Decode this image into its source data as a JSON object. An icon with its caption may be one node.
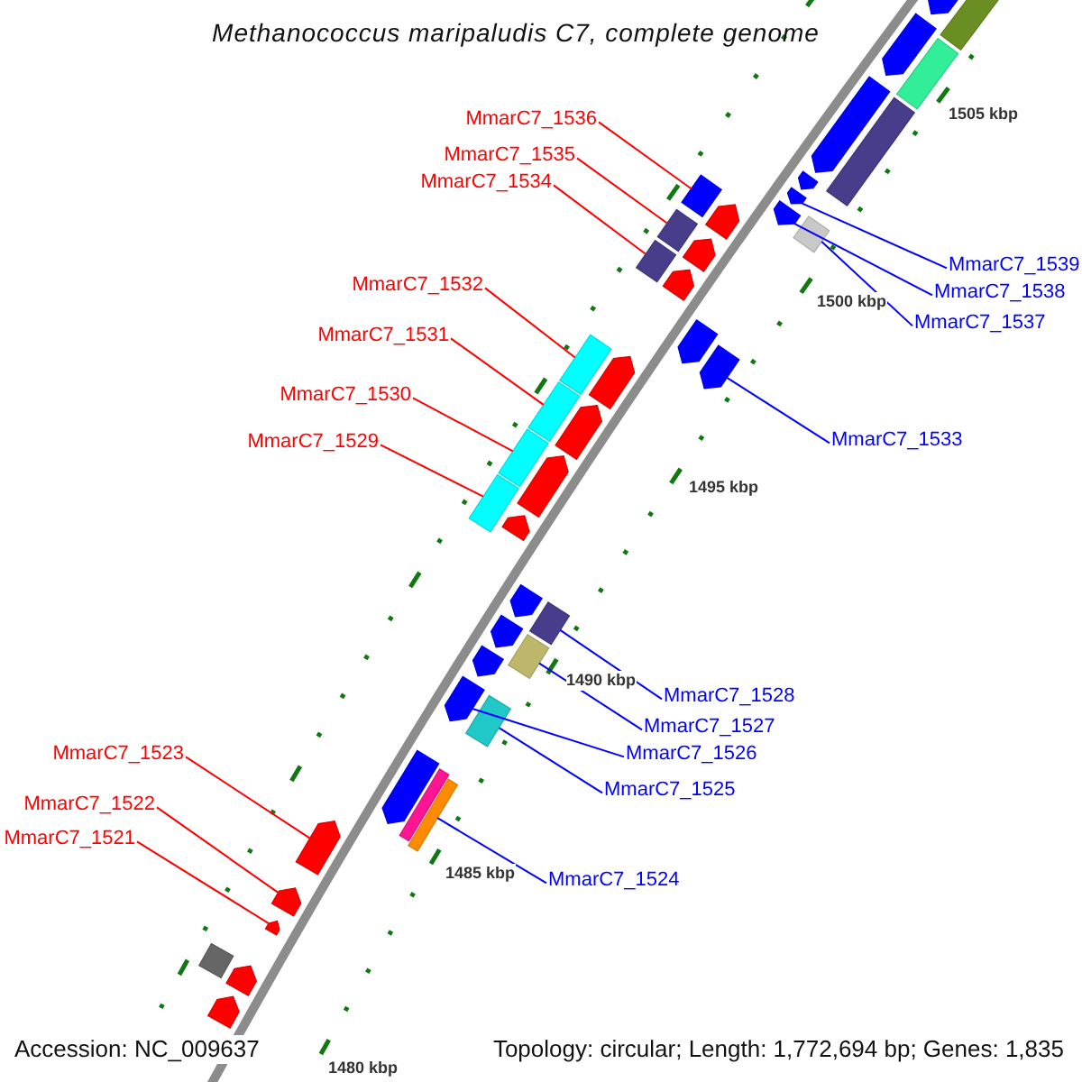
{
  "diagram": {
    "title": "Methanococcus maripaludis C7, complete genome",
    "nodes": [
      {
        "text": [
          "MmarC7_1536"
        ]
      },
      {
        "text": [
          "MmarC7_1535"
        ]
      },
      {
        "text": [
          "MmarC7_1534"
        ]
      },
      {
        "text": [
          "MmarC7_1539"
        ]
      },
      {
        "text": [
          "MmarC7_1532"
        ]
      },
      {
        "text": [
          "MmarC7_1538"
        ]
      },
      {
        "text": [
          "MmarC7_1537"
        ]
      },
      {
        "text": [
          "MmarC7_1531"
        ]
      },
      {
        "text": [
          "MmarC7_1530"
        ]
      },
      {
        "text": [
          "MmarC7_1529"
        ]
      },
      {
        "text": [
          "MmarC7_1533"
        ]
      },
      {
        "text": [
          "MmarC7_1528"
        ]
      },
      {
        "text": [
          "MmarC7_1527"
        ]
      },
      {
        "text": [
          "MmarC7_1523"
        ]
      },
      {
        "text": [
          "MmarC7_1526"
        ]
      },
      {
        "text": [
          "MmarC7_1525"
        ]
      },
      {
        "text": [
          "MmarC7_1522"
        ]
      },
      {
        "text": [
          "MmarC7_1521"
        ]
      },
      {
        "text": [
          "MmarC7_1524"
        ]
      },
      {
        "text": [],
        "shape": "box"
      },
      {
        "text": [],
        "shape": "pentagon"
      },
      {
        "text": [],
        "shape": "pentagon"
      },
      {
        "text": [],
        "shape": "box"
      },
      {
        "text": [],
        "shape": "pentagon"
      },
      {
        "text": [],
        "shape": "box"
      },
      {
        "text": [],
        "shape": "pentagon"
      },
      {
        "text": [],
        "shape": "pentagon"
      },
      {
        "text": [],
        "shape": "box"
      },
      {
        "text": [],
        "shape": "pentagon"
      },
      {
        "text": [],
        "shape": "box"
      },
      {
        "text": [],
        "shape": "pentagon"
      },
      {
        "text": [],
        "shape": "box"
      },
      {
        "text": [],
        "shape": "pentagon"
      },
      {
        "text": [],
        "shape": "box"
      },
      {
        "text": [],
        "shape": "pentagon"
      },
      {
        "text": [],
        "shape": "pentagon"
      },
      {
        "text": [],
        "shape": "pentagon"
      },
      {
        "text": [],
        "shape": "pentagon"
      },
      {
        "text": [],
        "shape": "box"
      },
      {
        "text": [],
        "shape": "pentagon"
      },
      {
        "text": [],
        "shape": "box"
      },
      {
        "text": [],
        "shape": "box"
      },
      {
        "text": [],
        "shape": "pentagon"
      },
      {
        "text": [],
        "shape": "box"
      },
      {
        "text": [],
        "shape": "pentagon"
      },
      {
        "text": [],
        "shape": "pentagon"
      },
      {
        "text": [],
        "shape": "box"
      },
      {
        "text": [],
        "shape": "pentagon"
      },
      {
        "text": [],
        "shape": "box"
      },
      {
        "text": [],
        "shape": "pentagon"
      },
      {
        "text": [],
        "shape": "pentagon"
      },
      {
        "text": [],
        "shape": "box"
      },
      {
        "text": [],
        "shape": "pentagon"
      },
      {
        "text": [],
        "shape": "box"
      },
      {
        "text": [],
        "shape": "box"
      },
      {
        "text": [],
        "shape": "pentagon"
      },
      {
        "text": [],
        "shape": "pentagon"
      },
      {
        "text": [],
        "shape": "pentagon"
      },
      {
        "text": [],
        "shape": "box"
      },
      {
        "text": [],
        "shape": "pentagon"
      },
      {
        "text": [],
        "shape": "pentagon"
      }
    ],
    "edges": [
      {
        "from": 0,
        "to": 29,
        "arrow": "none"
      },
      {
        "from": 1,
        "to": 31,
        "arrow": "none"
      },
      {
        "from": 2,
        "to": 33,
        "arrow": "none"
      },
      {
        "from": 3,
        "to": 26,
        "arrow": "none",
        "color": "#0000ff"
      },
      {
        "from": 4,
        "to": 38,
        "arrow": "none"
      },
      {
        "from": 5,
        "to": 28,
        "arrow": "none",
        "color": "#0000ff"
      },
      {
        "from": 6,
        "to": 27,
        "arrow": "none",
        "color": "#0000ff"
      },
      {
        "from": 7,
        "to": 40,
        "arrow": "none"
      },
      {
        "from": 8,
        "to": 41,
        "arrow": "none"
      },
      {
        "from": 9,
        "to": 43,
        "arrow": "none"
      },
      {
        "from": 10,
        "to": 36,
        "arrow": "none",
        "color": "#0000ff"
      },
      {
        "from": 11,
        "to": 46,
        "arrow": "none",
        "color": "#0000ff"
      },
      {
        "from": 12,
        "to": 48,
        "arrow": "none",
        "color": "#0000ff"
      },
      {
        "from": 13,
        "to": 55,
        "arrow": "none"
      },
      {
        "from": 14,
        "to": 50,
        "arrow": "none",
        "color": "#0000ff"
      },
      {
        "from": 15,
        "to": 51,
        "arrow": "none",
        "color": "#0000ff"
      },
      {
        "from": 16,
        "to": 56,
        "arrow": "none"
      },
      {
        "from": 17,
        "to": 57,
        "arrow": "none"
      },
      {
        "from": 18,
        "to": 54,
        "arrow": "none",
        "color": "#0000ff"
      }
    ],
    "labels": [
      "1505 kbp",
      "1500 kbp",
      "1495 kbp",
      "1490 kbp",
      "1485 kbp",
      "1480 kbp",
      "Accession: NC_009637",
      "Topology: circular; Length: 1,772,694 bp; Genes: 1,835"
    ]
  }
}
